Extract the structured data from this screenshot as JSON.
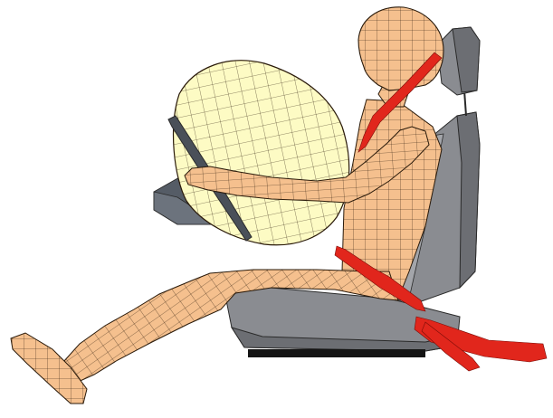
{
  "diagram": {
    "kind": "crash-test-dummy-fe-model",
    "components": [
      "occupant-dummy",
      "airbag",
      "steering-wheel",
      "seat-back",
      "seat-cushion",
      "headrest",
      "seat-belt"
    ],
    "colors": {
      "background": "#ffffff",
      "dummy_fill": "#f5c08e",
      "mesh_line": "#2a1a0a",
      "airbag_fill": "#fdfbc4",
      "seat_fill": "#8a8c91",
      "seat_dark": "#6c6e73",
      "seat_light": "#a3a5aa",
      "belt": "#e1261c",
      "seat_rail": "#141414",
      "steering_column": "#555c66",
      "accent_teal": "#2aa7a5"
    }
  }
}
